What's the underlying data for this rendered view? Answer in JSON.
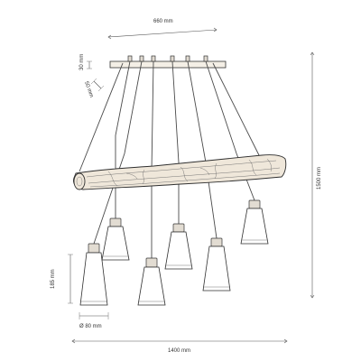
{
  "dimensions": {
    "canopy_width": "660 mm",
    "canopy_height": "30 mm",
    "canopy_depth": "50 mm",
    "total_height": "1500 mm",
    "shade_height": "185 mm",
    "shade_diameter": "Ø 80 mm",
    "total_width": "1400 mm"
  }
}
